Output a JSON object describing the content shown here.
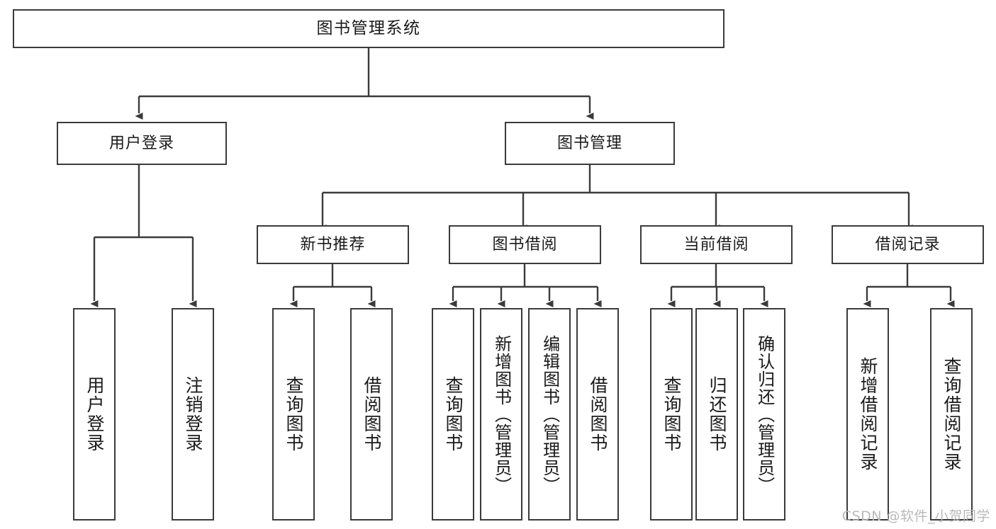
{
  "diagram": {
    "title": "图书管理系统",
    "type": "tree-hierarchy",
    "watermark": "CSDN @软件_小贺同学",
    "colors": {
      "stroke": "#3b3b3b",
      "fill": "#ffffff",
      "text": "#1a1a1a",
      "watermark": "#b9b9b9"
    }
  },
  "nodes": {
    "root": {
      "label": "图书管理系统"
    },
    "level2": [
      {
        "id": "user-login",
        "label": "用户登录"
      },
      {
        "id": "book-manage",
        "label": "图书管理"
      }
    ],
    "level3": [
      {
        "id": "new-book-recommend",
        "label": "新书推荐"
      },
      {
        "id": "book-borrow",
        "label": "图书借阅"
      },
      {
        "id": "current-borrow",
        "label": "当前借阅"
      },
      {
        "id": "borrow-record",
        "label": "借阅记录"
      }
    ],
    "leaves": {
      "user-login": [
        {
          "id": "leaf-user-login",
          "label": "用户登录"
        },
        {
          "id": "leaf-logout",
          "label": "注销登录"
        }
      ],
      "new-book-recommend": [
        {
          "id": "leaf-query-book-1",
          "label": "查询图书"
        },
        {
          "id": "leaf-borrow-book-1",
          "label": "借阅图书"
        }
      ],
      "book-borrow": [
        {
          "id": "leaf-query-book-2",
          "label": "查询图书"
        },
        {
          "id": "leaf-add-book",
          "label": "新增图书（管理员）"
        },
        {
          "id": "leaf-edit-book",
          "label": "编辑图书（管理员）"
        },
        {
          "id": "leaf-borrow-book-2",
          "label": "借阅图书"
        }
      ],
      "current-borrow": [
        {
          "id": "leaf-query-book-3",
          "label": "查询图书"
        },
        {
          "id": "leaf-return-book",
          "label": "归还图书"
        },
        {
          "id": "leaf-confirm-return",
          "label": "确认归还（管理员）"
        }
      ],
      "borrow-record": [
        {
          "id": "leaf-add-record",
          "label": "新增借阅记录"
        },
        {
          "id": "leaf-query-record",
          "label": "查询借阅记录"
        }
      ]
    }
  }
}
